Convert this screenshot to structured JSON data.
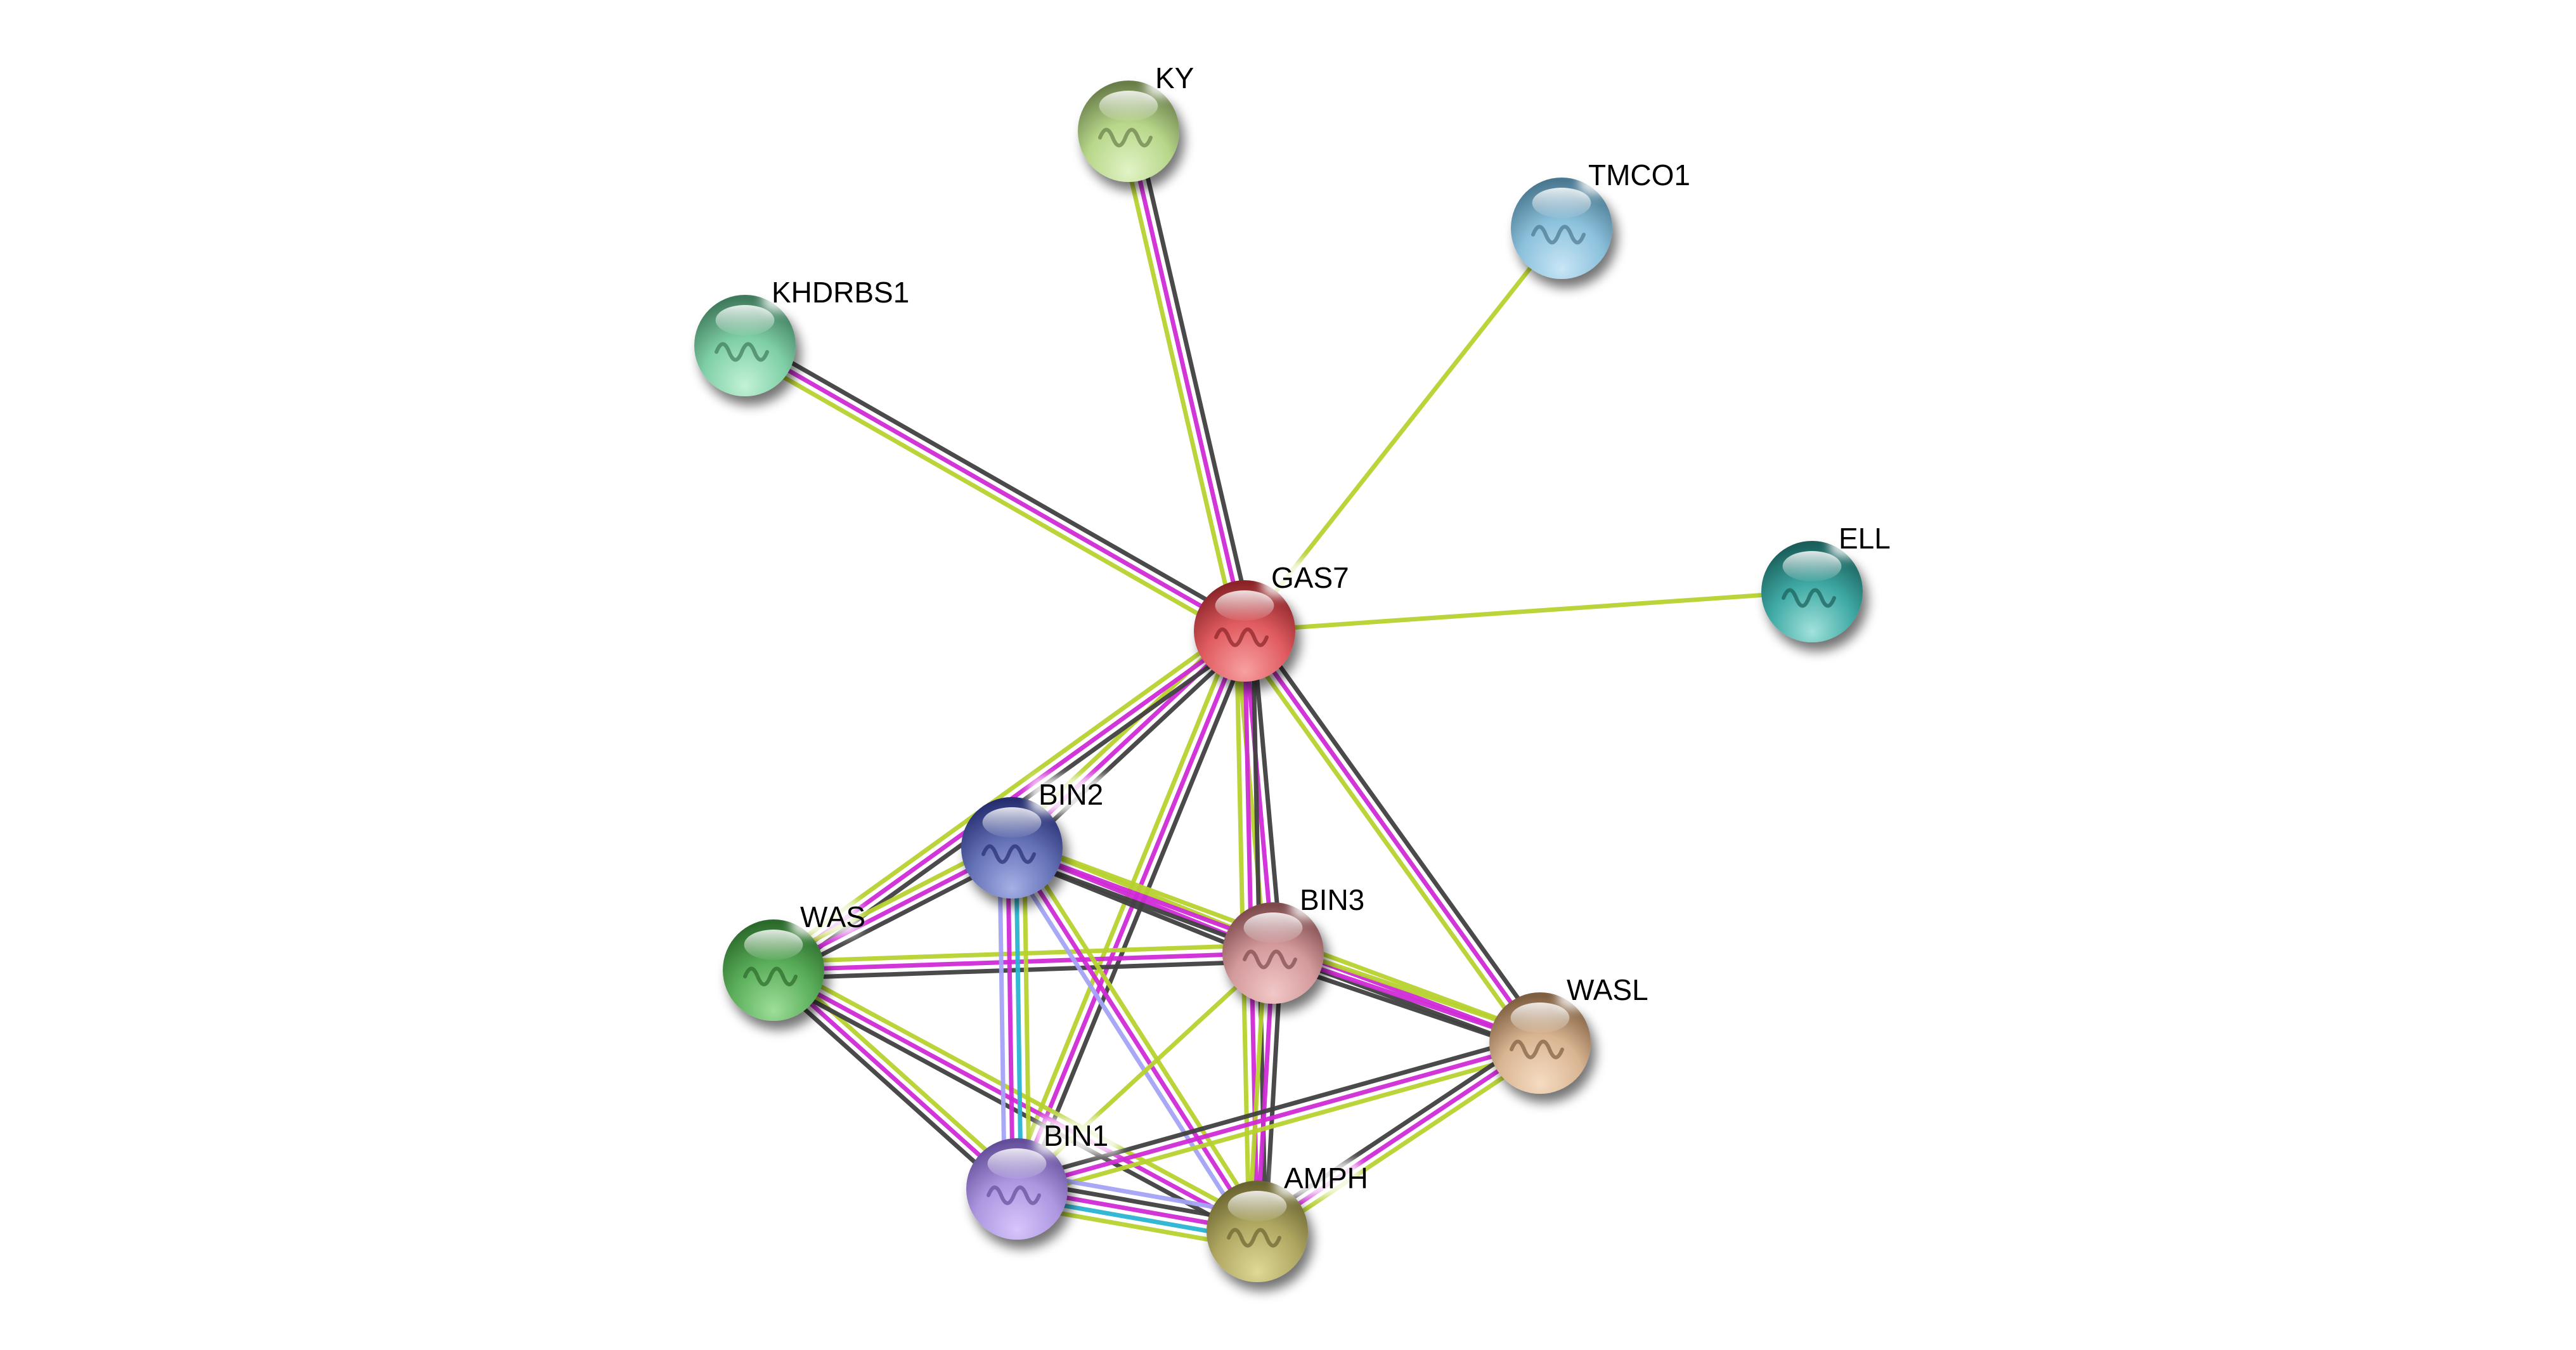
{
  "network": {
    "title": "Protein interaction network",
    "center_node": "GAS7",
    "evidence_colors": {
      "textmining": "#b6d22e",
      "coexpression": "#404040",
      "experiments": "#d02ad6",
      "databases": "#2ab4d2",
      "homology": "#a3a3f7"
    },
    "nodes": [
      {
        "id": "GAS7",
        "label": "GAS7",
        "color": "#e05c60",
        "light": "#f8a0a2",
        "dark": "#8a2428"
      },
      {
        "id": "KY",
        "label": "KY",
        "color": "#b8d78a",
        "light": "#e2f3c6",
        "dark": "#6a7e4a"
      },
      {
        "id": "TMCO1",
        "label": "TMCO1",
        "color": "#8cc1dc",
        "light": "#c8e6f6",
        "dark": "#4a7890"
      },
      {
        "id": "KHDRBS1",
        "label": "KHDRBS1",
        "color": "#7fcfa6",
        "light": "#c2f2d8",
        "dark": "#3f7a5c"
      },
      {
        "id": "ELL",
        "label": "ELL",
        "color": "#3fa9a4",
        "light": "#a2e2dc",
        "dark": "#1a5e5a"
      },
      {
        "id": "BIN2",
        "label": "BIN2",
        "color": "#6471b6",
        "light": "#a5b0e6",
        "dark": "#262e70"
      },
      {
        "id": "WAS",
        "label": "WAS",
        "color": "#5aae5a",
        "light": "#9ede9a",
        "dark": "#2b6a2b"
      },
      {
        "id": "BIN3",
        "label": "BIN3",
        "color": "#d49a9c",
        "light": "#f2c8c8",
        "dark": "#7e4a4c"
      },
      {
        "id": "WASL",
        "label": "WASL",
        "color": "#d9b592",
        "light": "#f6dcc2",
        "dark": "#7e5e40"
      },
      {
        "id": "BIN1",
        "label": "BIN1",
        "color": "#ad97e0",
        "light": "#d6c6fb",
        "dark": "#634e9a"
      },
      {
        "id": "AMPH",
        "label": "AMPH",
        "color": "#b0a862",
        "light": "#dfd896",
        "dark": "#6a6430"
      }
    ],
    "edges": [
      {
        "source": "GAS7",
        "target": "KY",
        "evidence": [
          "textmining",
          "experiments",
          "coexpression"
        ]
      },
      {
        "source": "GAS7",
        "target": "TMCO1",
        "evidence": [
          "textmining"
        ]
      },
      {
        "source": "GAS7",
        "target": "KHDRBS1",
        "evidence": [
          "textmining",
          "experiments",
          "coexpression"
        ]
      },
      {
        "source": "GAS7",
        "target": "ELL",
        "evidence": [
          "textmining"
        ]
      },
      {
        "source": "GAS7",
        "target": "BIN2",
        "evidence": [
          "coexpression",
          "experiments",
          "textmining"
        ]
      },
      {
        "source": "GAS7",
        "target": "WAS",
        "evidence": [
          "coexpression",
          "experiments",
          "textmining"
        ]
      },
      {
        "source": "GAS7",
        "target": "BIN1",
        "evidence": [
          "coexpression",
          "experiments",
          "textmining"
        ]
      },
      {
        "source": "GAS7",
        "target": "BIN3",
        "evidence": [
          "coexpression",
          "experiments",
          "textmining"
        ]
      },
      {
        "source": "GAS7",
        "target": "AMPH",
        "evidence": [
          "coexpression",
          "experiments",
          "textmining"
        ]
      },
      {
        "source": "GAS7",
        "target": "WASL",
        "evidence": [
          "coexpression",
          "experiments",
          "textmining"
        ]
      },
      {
        "source": "WAS",
        "target": "BIN2",
        "evidence": [
          "textmining",
          "experiments",
          "coexpression"
        ]
      },
      {
        "source": "WAS",
        "target": "BIN3",
        "evidence": [
          "textmining",
          "experiments",
          "coexpression"
        ]
      },
      {
        "source": "WAS",
        "target": "BIN1",
        "evidence": [
          "textmining",
          "experiments",
          "coexpression"
        ]
      },
      {
        "source": "WAS",
        "target": "AMPH",
        "evidence": [
          "textmining",
          "experiments",
          "coexpression"
        ]
      },
      {
        "source": "BIN2",
        "target": "BIN3",
        "evidence": [
          "textmining",
          "experiments",
          "coexpression"
        ]
      },
      {
        "source": "BIN2",
        "target": "WASL",
        "evidence": [
          "textmining",
          "experiments",
          "coexpression"
        ]
      },
      {
        "source": "BIN2",
        "target": "BIN1",
        "evidence": [
          "textmining",
          "databases",
          "experiments",
          "homology"
        ]
      },
      {
        "source": "BIN2",
        "target": "AMPH",
        "evidence": [
          "textmining",
          "experiments",
          "homology"
        ]
      },
      {
        "source": "BIN3",
        "target": "WASL",
        "evidence": [
          "textmining",
          "experiments",
          "coexpression"
        ]
      },
      {
        "source": "BIN3",
        "target": "BIN1",
        "evidence": [
          "textmining"
        ]
      },
      {
        "source": "BIN3",
        "target": "AMPH",
        "evidence": [
          "coexpression",
          "experiments",
          "textmining"
        ]
      },
      {
        "source": "WASL",
        "target": "BIN1",
        "evidence": [
          "textmining",
          "experiments",
          "coexpression"
        ]
      },
      {
        "source": "WASL",
        "target": "AMPH",
        "evidence": [
          "textmining",
          "experiments",
          "coexpression"
        ]
      },
      {
        "source": "BIN1",
        "target": "AMPH",
        "evidence": [
          "homology",
          "coexpression",
          "experiments",
          "databases",
          "textmining"
        ]
      }
    ]
  }
}
